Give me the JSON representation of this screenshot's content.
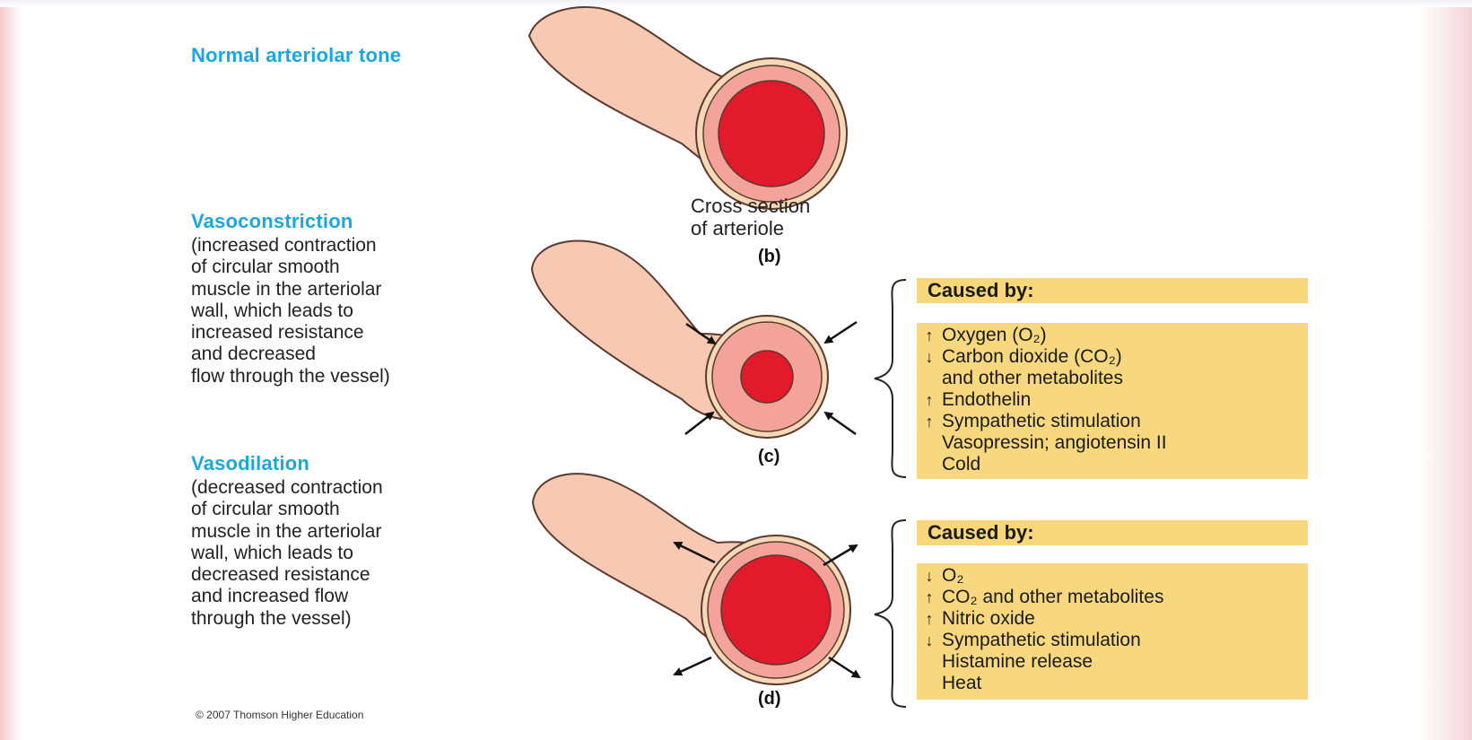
{
  "sections": {
    "normal": {
      "heading": "Normal arteriolar tone"
    },
    "constriction": {
      "heading": "Vasoconstriction",
      "description": "(increased contraction\nof circular smooth\nmuscle in the arteriolar\nwall, which leads to\nincreased resistance\nand decreased\nflow through the vessel)"
    },
    "dilation": {
      "heading": "Vasodilation",
      "description": "(decreased contraction\nof circular smooth\nmuscle in the arteriolar\nwall, which leads to\ndecreased resistance\nand increased flow\nthrough the vessel)"
    }
  },
  "caption": "Cross section\nof arteriole",
  "figure_labels": {
    "b": "(b)",
    "c": "(c)",
    "d": "(d)"
  },
  "constriction_causes": {
    "title": "Caused by:",
    "items": [
      {
        "arrow": "↑",
        "text": "Oxygen (O₂)"
      },
      {
        "arrow": "↓",
        "text": "Carbon dioxide (CO₂)"
      },
      {
        "arrow": "",
        "text": "and other metabolites"
      },
      {
        "arrow": "↑",
        "text": "Endothelin"
      },
      {
        "arrow": "↑",
        "text": "Sympathetic stimulation"
      },
      {
        "arrow": "",
        "text": "Vasopressin; angiotensin II"
      },
      {
        "arrow": "",
        "text": "Cold"
      }
    ]
  },
  "dilation_causes": {
    "title": "Caused by:",
    "items": [
      {
        "arrow": "↓",
        "text": "O₂"
      },
      {
        "arrow": "↑",
        "text": "CO₂ and other metabolites"
      },
      {
        "arrow": "↑",
        "text": "Nitric oxide"
      },
      {
        "arrow": "↓",
        "text": "Sympathetic stimulation"
      },
      {
        "arrow": "",
        "text": "Histamine release"
      },
      {
        "arrow": "",
        "text": "Heat"
      }
    ]
  },
  "copyright": "© 2007 Thomson Higher Education",
  "colors": {
    "heading": "#1ba7dc",
    "vessel_outer": "#f7c9b2",
    "vessel_stroke": "#5a3a2e",
    "muscle_layer": "#f4a39a",
    "rim": "#f5d8b5",
    "lumen": "#e11a2c",
    "cause_box": "#f8d87e"
  },
  "icons": [
    "inward-arrow-icon",
    "outward-arrow-icon",
    "brace-icon"
  ]
}
